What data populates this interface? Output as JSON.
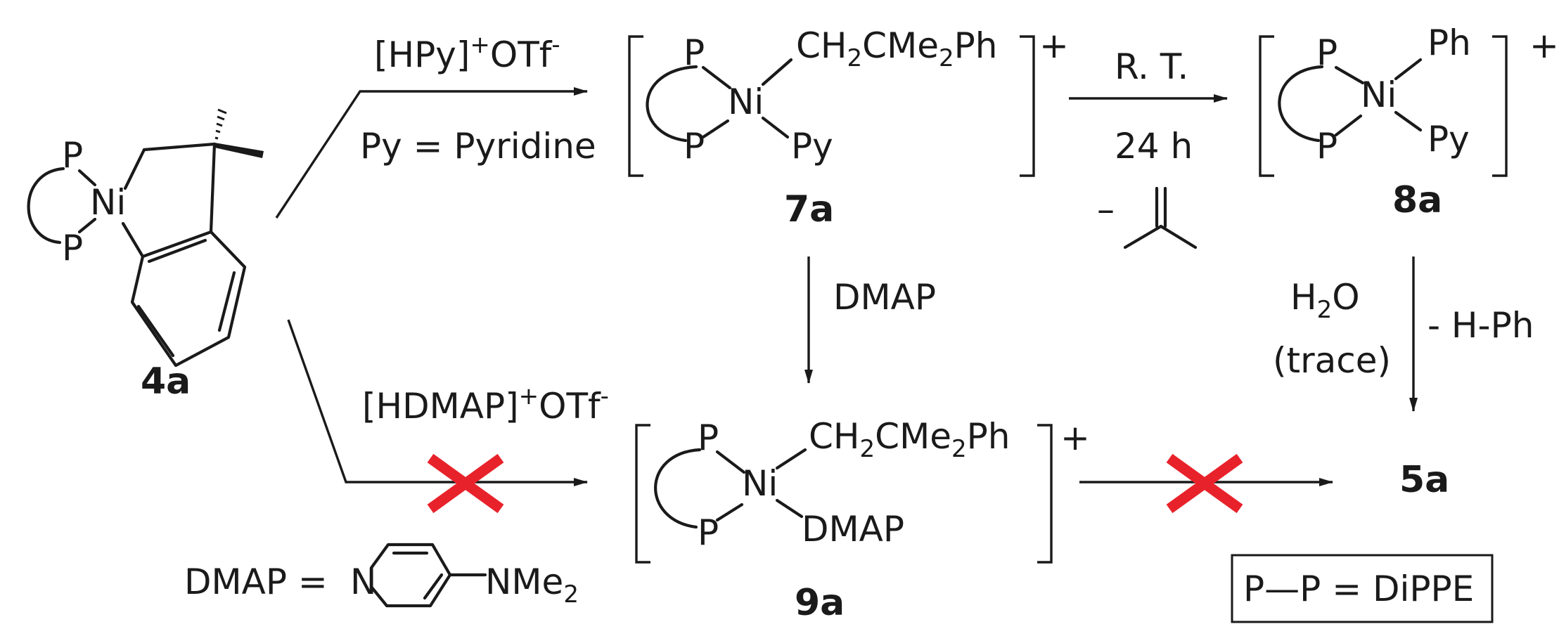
{
  "compounds": {
    "c4a": {
      "label": "4a",
      "ni": "Ni",
      "p": "P"
    },
    "c7a": {
      "label": "7a",
      "ni": "Ni",
      "p": "P",
      "alkyl": "CH",
      "alkyl_sub": "2",
      "alkyl_mid": "CMe",
      "alkyl_sub2": "2",
      "alkyl_end": "Ph",
      "ligand": "Py",
      "charge": "+"
    },
    "c8a": {
      "label": "8a",
      "ni": "Ni",
      "p": "P",
      "aryl": "Ph",
      "ligand": "Py",
      "charge": "+"
    },
    "c9a": {
      "label": "9a",
      "ni": "Ni",
      "p": "P",
      "alkyl": "CH",
      "alkyl_sub": "2",
      "alkyl_mid": "CMe",
      "alkyl_sub2": "2",
      "alkyl_end": "Ph",
      "ligand": "DMAP",
      "charge": "+"
    },
    "c5a": {
      "label": "5a"
    }
  },
  "reagents": {
    "hpy_pre": "[HPy]",
    "hpy_sup": "+",
    "hpy_anion": "OTf",
    "hpy_anion_sup": "-",
    "py_def": "Py = Pyridine",
    "hdmap_pre": "[HDMAP]",
    "hdmap_sup": "+",
    "hdmap_anion": "OTf",
    "hdmap_anion_sup": "-",
    "rt": "R. T.",
    "time": "24 h",
    "minus": "–",
    "dmap_arrow": "DMAP",
    "h2o_pre": "H",
    "h2o_sub": "2",
    "h2o_post": "O",
    "trace": "(trace)",
    "minus_hph": "- H-Ph"
  },
  "definitions": {
    "dmap_eq": "DMAP =",
    "dmap_n": "N",
    "dmap_nme": "NMe",
    "dmap_nme_sub": "2",
    "pp_def": "P—P = DiPPE"
  },
  "colors": {
    "blocked_mark": "#e8222b",
    "ink": "#1a1a1a"
  }
}
